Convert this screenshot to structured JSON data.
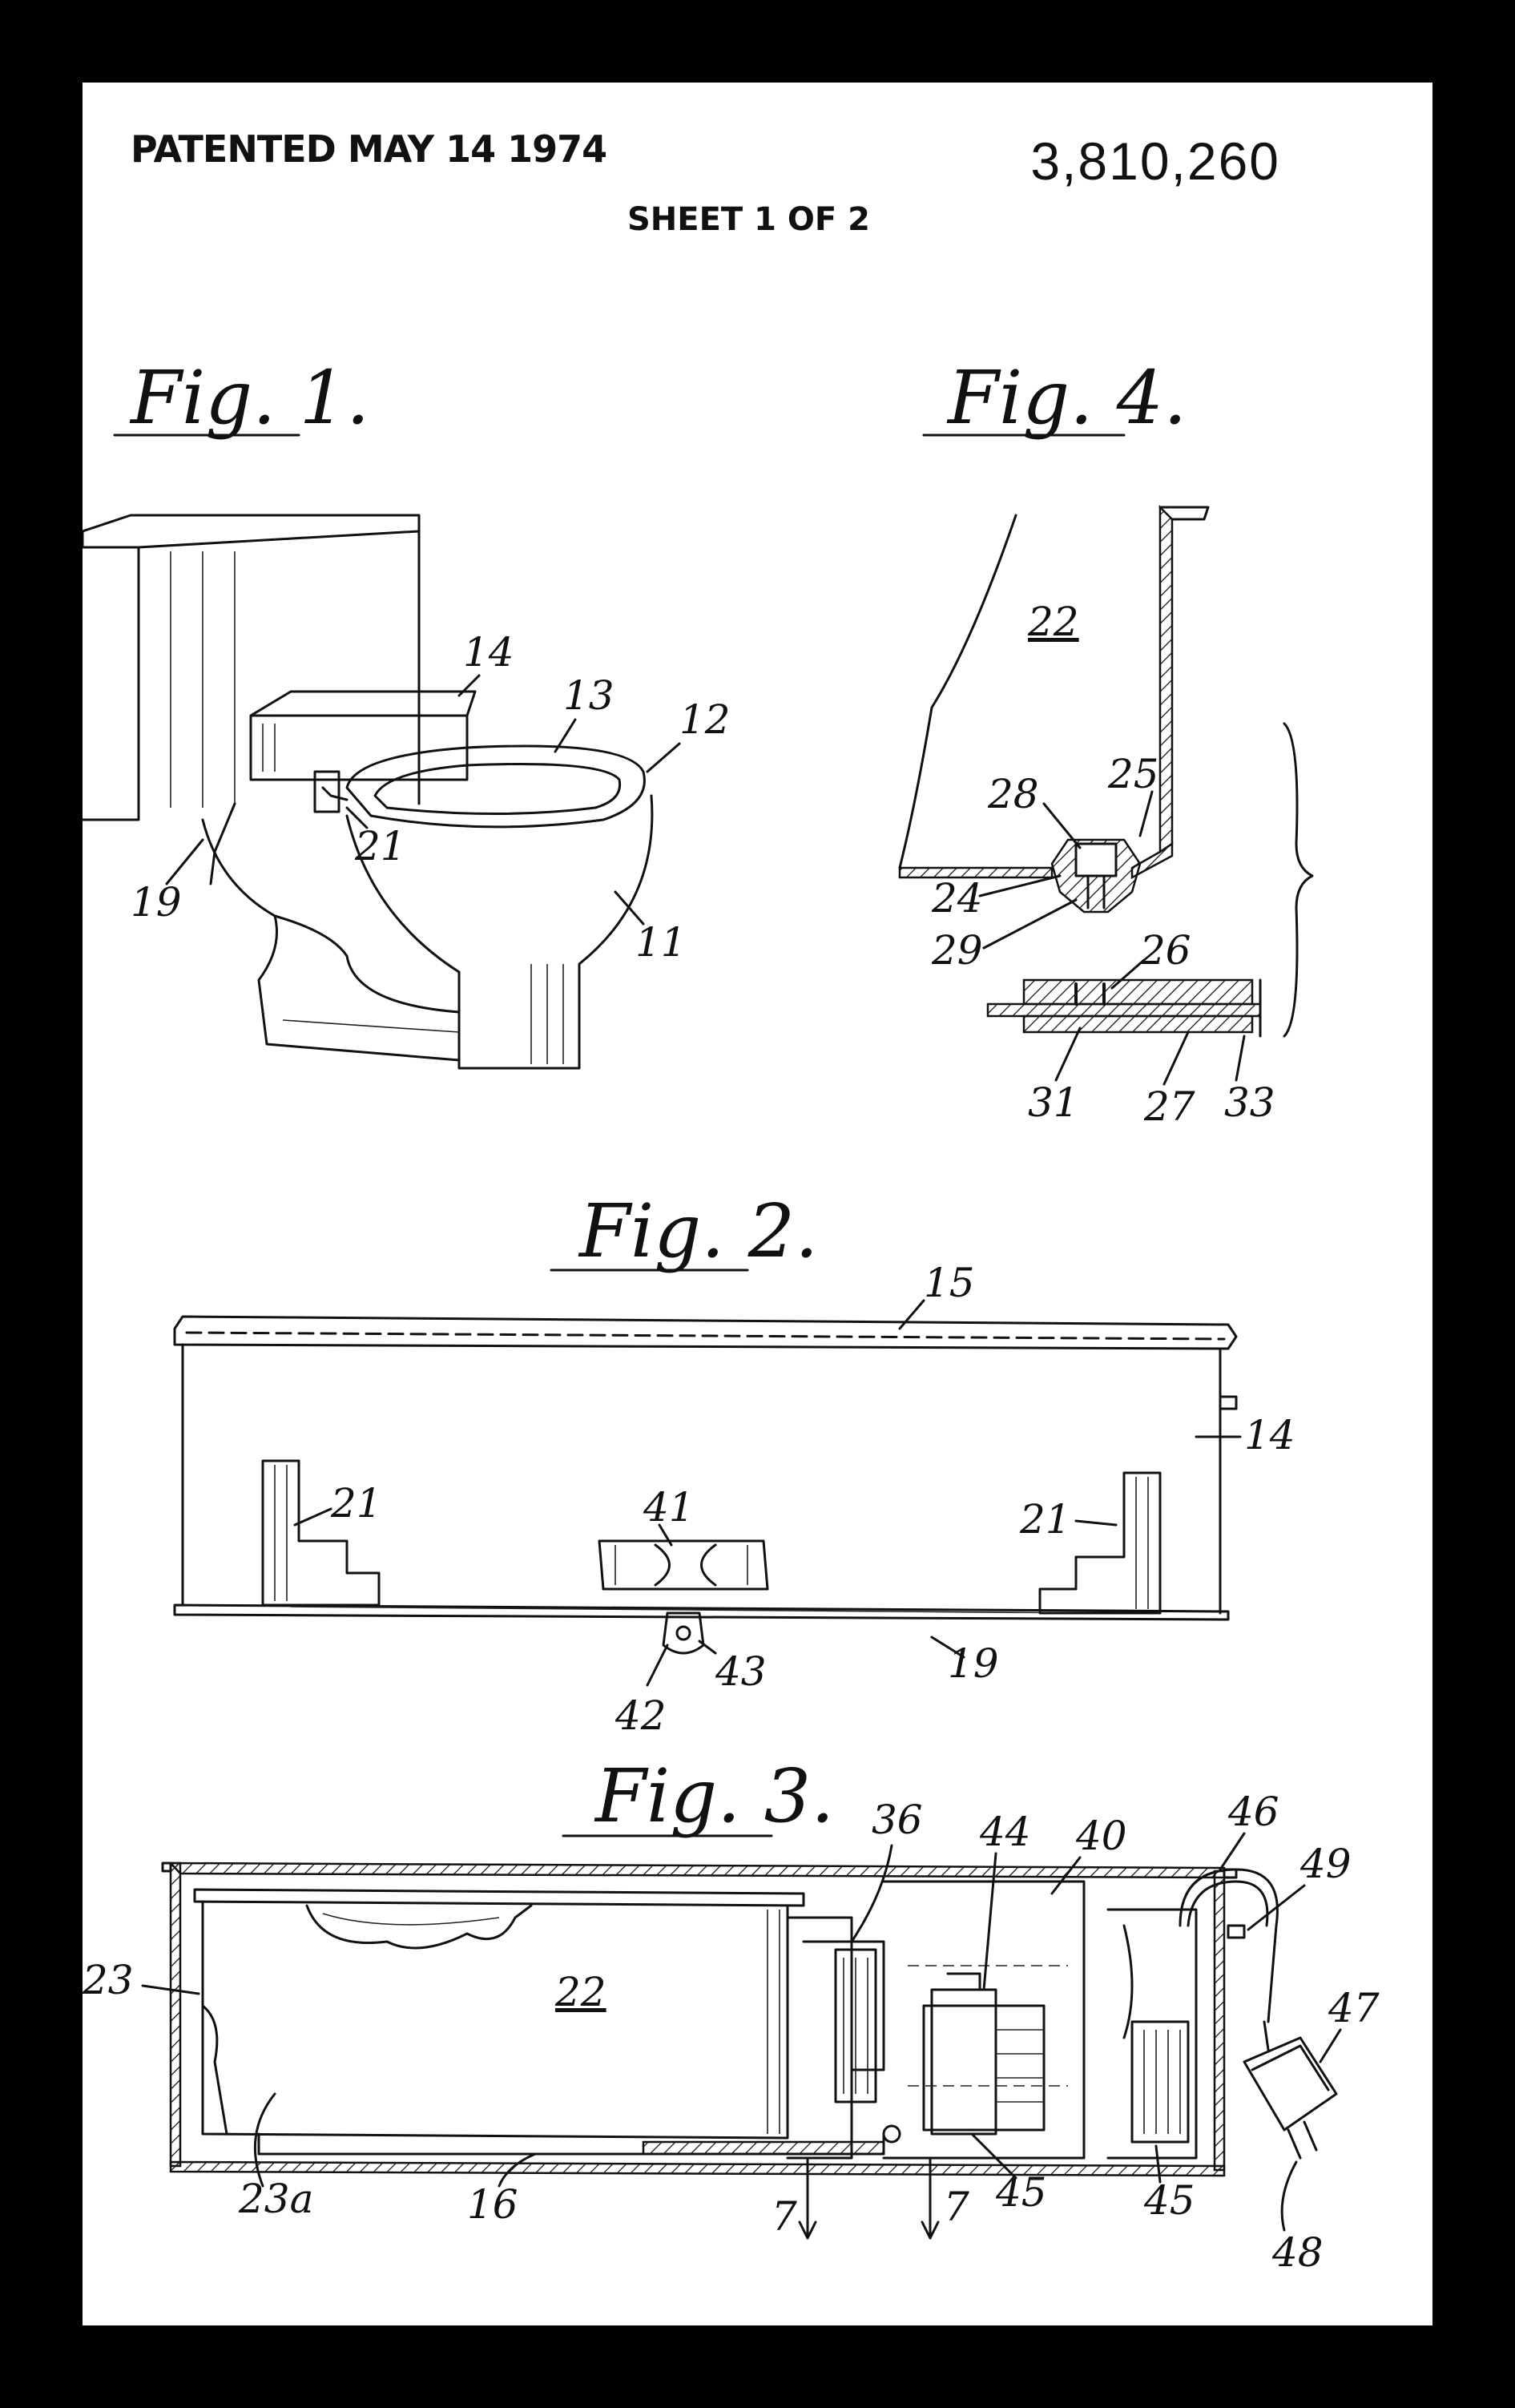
{
  "header": {
    "patented_label": "PATENTED MAY 14 1974",
    "patent_number": "3,810,260",
    "sheet_label": "SHEET 1 OF 2"
  },
  "figures": {
    "fig1": {
      "title": "Fig. 1.",
      "refs": [
        "14",
        "13",
        "12",
        "21",
        "19",
        "11"
      ]
    },
    "fig4": {
      "title": "Fig. 4.",
      "refs": [
        "22",
        "25",
        "28",
        "24",
        "29",
        "26",
        "31",
        "27",
        "33"
      ]
    },
    "fig2": {
      "title": "Fig. 2.",
      "refs": [
        "15",
        "14",
        "21",
        "41",
        "21",
        "42",
        "43",
        "19"
      ]
    },
    "fig3": {
      "title": "Fig. 3.",
      "refs": [
        "36",
        "44",
        "40",
        "46",
        "49",
        "23",
        "22",
        "47",
        "23a",
        "16",
        "7",
        "7",
        "45",
        "45",
        "48"
      ]
    }
  },
  "colors": {
    "ink": "#111111",
    "paper": "#ffffff",
    "border": "#000000"
  }
}
